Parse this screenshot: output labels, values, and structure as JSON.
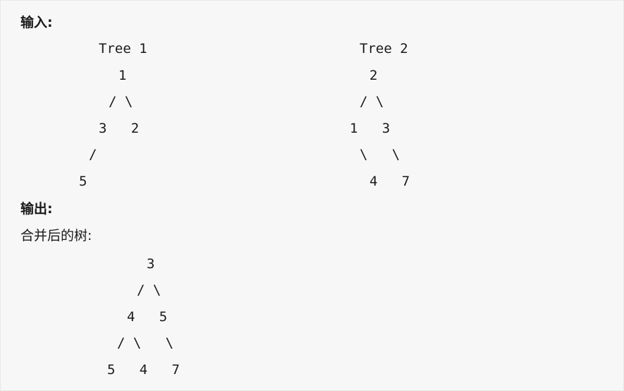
{
  "input_label": "输入:",
  "output_label": "输出:",
  "merged_label": "合并后的树:",
  "tree1": {
    "title": "Tree 1",
    "lines": [
      "  1",
      " / \\",
      "3   2",
      "/",
      "5"
    ]
  },
  "tree2": {
    "title": "Tree 2",
    "lines": [
      "  2",
      " / \\",
      "1   3",
      " \\   \\",
      "  4   7"
    ]
  },
  "merged": {
    "lines": [
      "    3",
      "   / \\",
      "  4   5",
      " / \\   \\",
      "5   4   7"
    ]
  }
}
